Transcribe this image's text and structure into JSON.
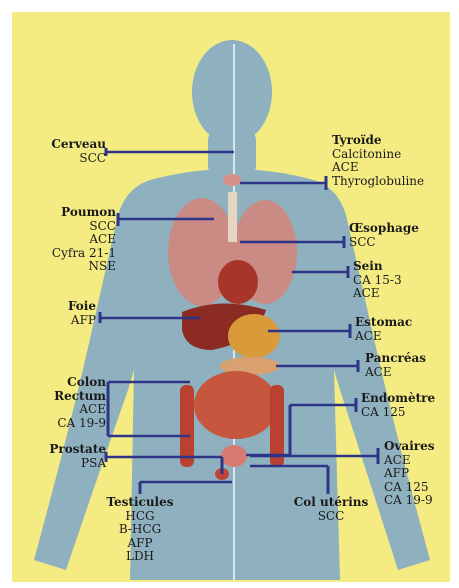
{
  "colors": {
    "background": "#f4ec82",
    "silhouette": "#8fb1bf",
    "leader": "#2e3588",
    "organ_red": "#a8352a",
    "organ_pink": "#c98b84",
    "organ_orange": "#d99a3a"
  },
  "labels": {
    "cerveau": {
      "organ": "Cerveau",
      "markers": [
        "SCC"
      ]
    },
    "poumon": {
      "organ": "Poumon",
      "markers": [
        "SCC",
        "ACE",
        "Cyfra 21-1",
        "NSE"
      ]
    },
    "foie": {
      "organ": "Foie",
      "markers": [
        "AFP"
      ]
    },
    "colon": {
      "organ": "Colon",
      "markers": []
    },
    "rectum": {
      "organ": "Rectum",
      "markers": [
        "ACE",
        "CA 19-9"
      ]
    },
    "prostate": {
      "organ": "Prostate",
      "markers": [
        "PSA"
      ]
    },
    "testicules": {
      "organ": "Testicules",
      "markers": [
        "HCG",
        "B-HCG",
        "AFP",
        "LDH"
      ]
    },
    "tyroide": {
      "organ": "Tyroïde",
      "markers": [
        "Calcitonine",
        "ACE",
        "Thyroglobuline"
      ]
    },
    "oesophage": {
      "organ": "Œsophage",
      "markers": [
        "SCC"
      ]
    },
    "sein": {
      "organ": "Sein",
      "markers": [
        "CA 15-3",
        "ACE"
      ]
    },
    "estomac": {
      "organ": "Estomac",
      "markers": [
        "ACE"
      ]
    },
    "pancreas": {
      "organ": "Pancréas",
      "markers": [
        "ACE"
      ]
    },
    "endometre": {
      "organ": "Endomètre",
      "markers": [
        "CA 125"
      ]
    },
    "ovaires": {
      "organ": "Ovaires",
      "markers": [
        "ACE",
        "AFP",
        "CA 125",
        "CA 19-9"
      ]
    },
    "col_uterins": {
      "organ": "Col utérins",
      "markers": [
        "SCC"
      ]
    }
  }
}
